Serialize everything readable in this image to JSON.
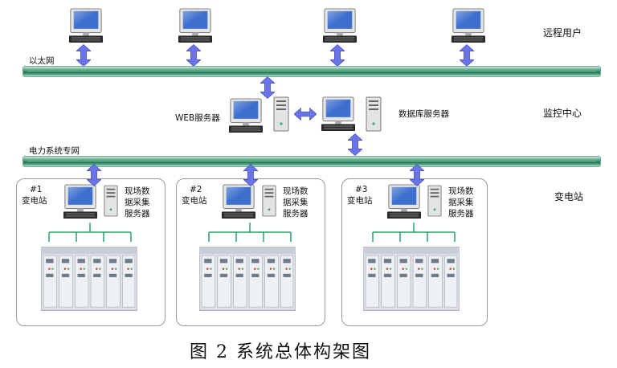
{
  "networks": {
    "ethernet": "以太网",
    "power_net": "电力系统专网"
  },
  "zones": {
    "remote_users": "远程用户",
    "monitor_center": "监控中心",
    "substation": "变电站"
  },
  "servers": {
    "web": "WEB服务器",
    "database": "数据库服务器"
  },
  "stations": [
    {
      "id": "#1",
      "name": "变电站",
      "server_label": "现场数\n据采集\n服务器"
    },
    {
      "id": "#2",
      "name": "变电站",
      "server_label": "现场数\n据采集\n服务器"
    },
    {
      "id": "#3",
      "name": "变电站",
      "server_label": "现场数\n据采集\n服务器"
    }
  ],
  "caption": "图 2  系统总体构架图",
  "colors": {
    "arrow": "#6b74e6",
    "bus": "#2f8a63",
    "switchgear": "#dfe3e8"
  }
}
